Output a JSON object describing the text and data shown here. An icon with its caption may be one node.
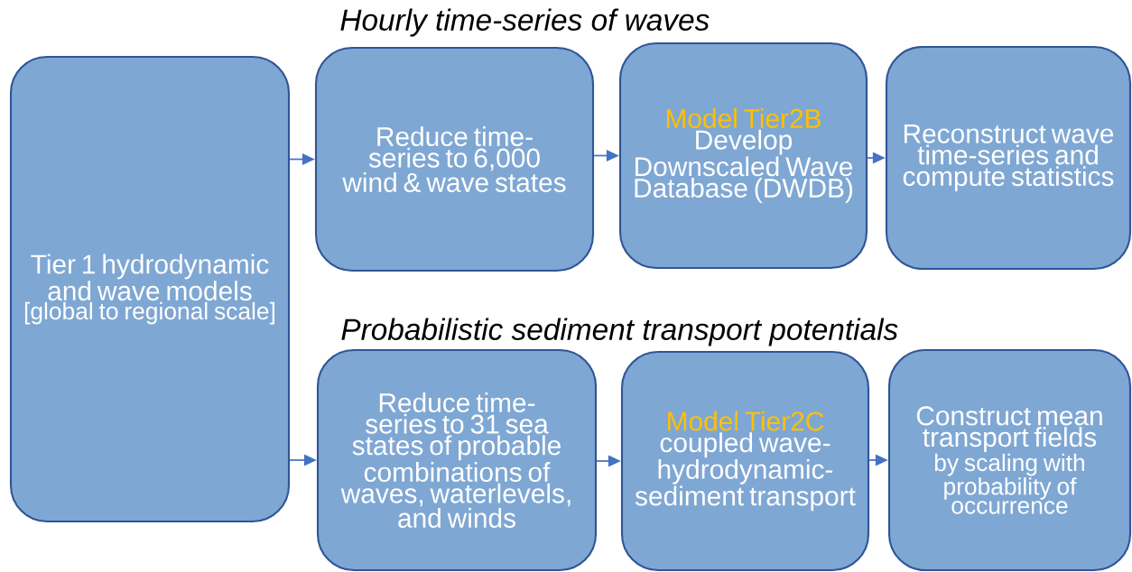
{
  "diagram": {
    "nodes": [
      {
        "text": [
          "Tier 1 hydrodynamic and wave models",
          "[global to regional scale]"
        ]
      },
      {
        "text": [
          "Reduce time-series to 6,000 wind & wave states"
        ]
      },
      {
        "text": [
          "Model Tier2B",
          "Develop Downscaled Wave Database (DWDB)"
        ]
      },
      {
        "text": [
          "Reconstruct wave time-series and compute statistics"
        ]
      },
      {
        "text": [
          "Reduce time-series to 31 sea states of probable combinations of waves, waterlevels, and winds"
        ]
      },
      {
        "text": [
          "Model Tier2C",
          "coupled wave-hydrodynamic-sediment transport"
        ]
      },
      {
        "text": [
          "Construct mean transport fields",
          "by scaling with probability of occurrence"
        ]
      }
    ],
    "edges": [
      {
        "from": 0,
        "to": 1,
        "arrow": "to"
      },
      {
        "from": 1,
        "to": 2,
        "arrow": "to"
      },
      {
        "from": 2,
        "to": 3,
        "arrow": "to"
      },
      {
        "from": 0,
        "to": 4,
        "arrow": "to"
      },
      {
        "from": 4,
        "to": 5,
        "arrow": "to"
      },
      {
        "from": 5,
        "to": 6,
        "arrow": "to"
      }
    ],
    "labels": [
      "Hourly time-series of waves",
      "Probabilistic sediment transport potentials"
    ]
  }
}
